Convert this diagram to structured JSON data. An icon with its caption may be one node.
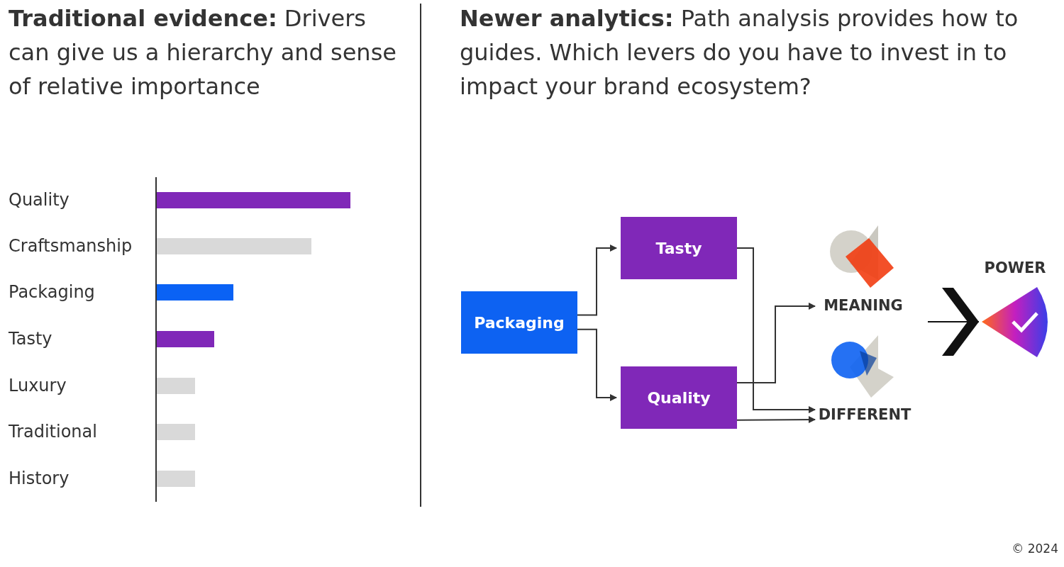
{
  "diagram": {
    "nodes": [
      {
        "text": [
          "Packaging"
        ]
      },
      {
        "text": [
          "Tasty"
        ]
      },
      {
        "text": [
          "Quality"
        ]
      },
      {
        "text": [
          "MEANING"
        ]
      },
      {
        "text": [
          "DIFFERENT"
        ]
      },
      {
        "text": [
          "POWER"
        ]
      }
    ],
    "edges": [
      {
        "from": 0,
        "to": 1,
        "arrow": "to"
      },
      {
        "from": 0,
        "to": 2,
        "arrow": "to"
      },
      {
        "from": 1,
        "to": 4,
        "arrow": "to"
      },
      {
        "from": 2,
        "to": 3,
        "arrow": "to"
      },
      {
        "from": 2,
        "to": 4,
        "arrow": "to"
      },
      {
        "from": null,
        "to": 5,
        "arrow": "to"
      }
    ],
    "labels": [
      "**Traditional evidence:** Drivers can give us a hierarchy and sense of relative importance",
      "**Newer analytics:** Path analysis provides how to guides. Which levers do you have to invest in to impact your brand ecosystem?",
      "Quality",
      "Craftsmanship",
      "Packaging",
      "Tasty",
      "Luxury",
      "Traditional",
      "History",
      "© 2024"
    ]
  }
}
